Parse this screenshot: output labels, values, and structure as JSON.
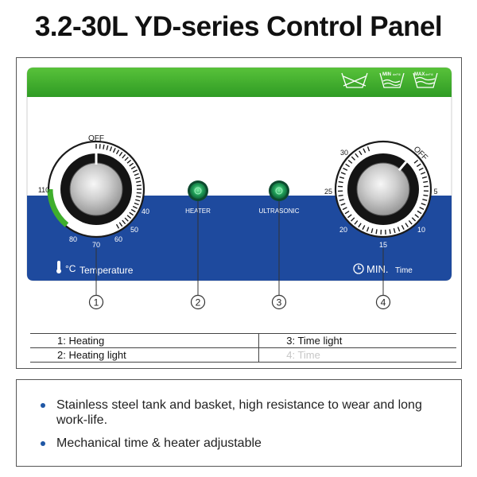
{
  "title": "3.2-30L YD-series Control Panel",
  "colors": {
    "green": "#3fae2c",
    "blue": "#1e4a9e",
    "accent": "#1f57a5"
  },
  "panel": {
    "tank_icons": {
      "min_label": "MIN",
      "min_sub": "deFill",
      "max_label": "MAX",
      "max_sub": "deFill"
    },
    "temperature_knob": {
      "off_label": "OFF",
      "scale": [
        "110",
        "80",
        "70",
        "60",
        "50",
        "40"
      ],
      "label": "Temperature",
      "unit": "°C"
    },
    "timer_knob": {
      "off_label": "OFF",
      "scale": [
        "30",
        "25",
        "20",
        "15",
        "10",
        "5"
      ],
      "label": "MIN.",
      "label_suffix": "Time"
    },
    "indicators": [
      {
        "label": "HEATER"
      },
      {
        "label": "ULTRASONIC"
      }
    ],
    "callouts": [
      "1",
      "2",
      "3",
      "4"
    ]
  },
  "legend": {
    "rows": [
      [
        "1:  Heating",
        "3:  Time light"
      ],
      [
        "2:  Heating light",
        "4:  Time"
      ]
    ]
  },
  "features": [
    "Stainless steel tank and basket, high resistance to wear and long work-life.",
    "Mechanical time & heater adjustable"
  ]
}
